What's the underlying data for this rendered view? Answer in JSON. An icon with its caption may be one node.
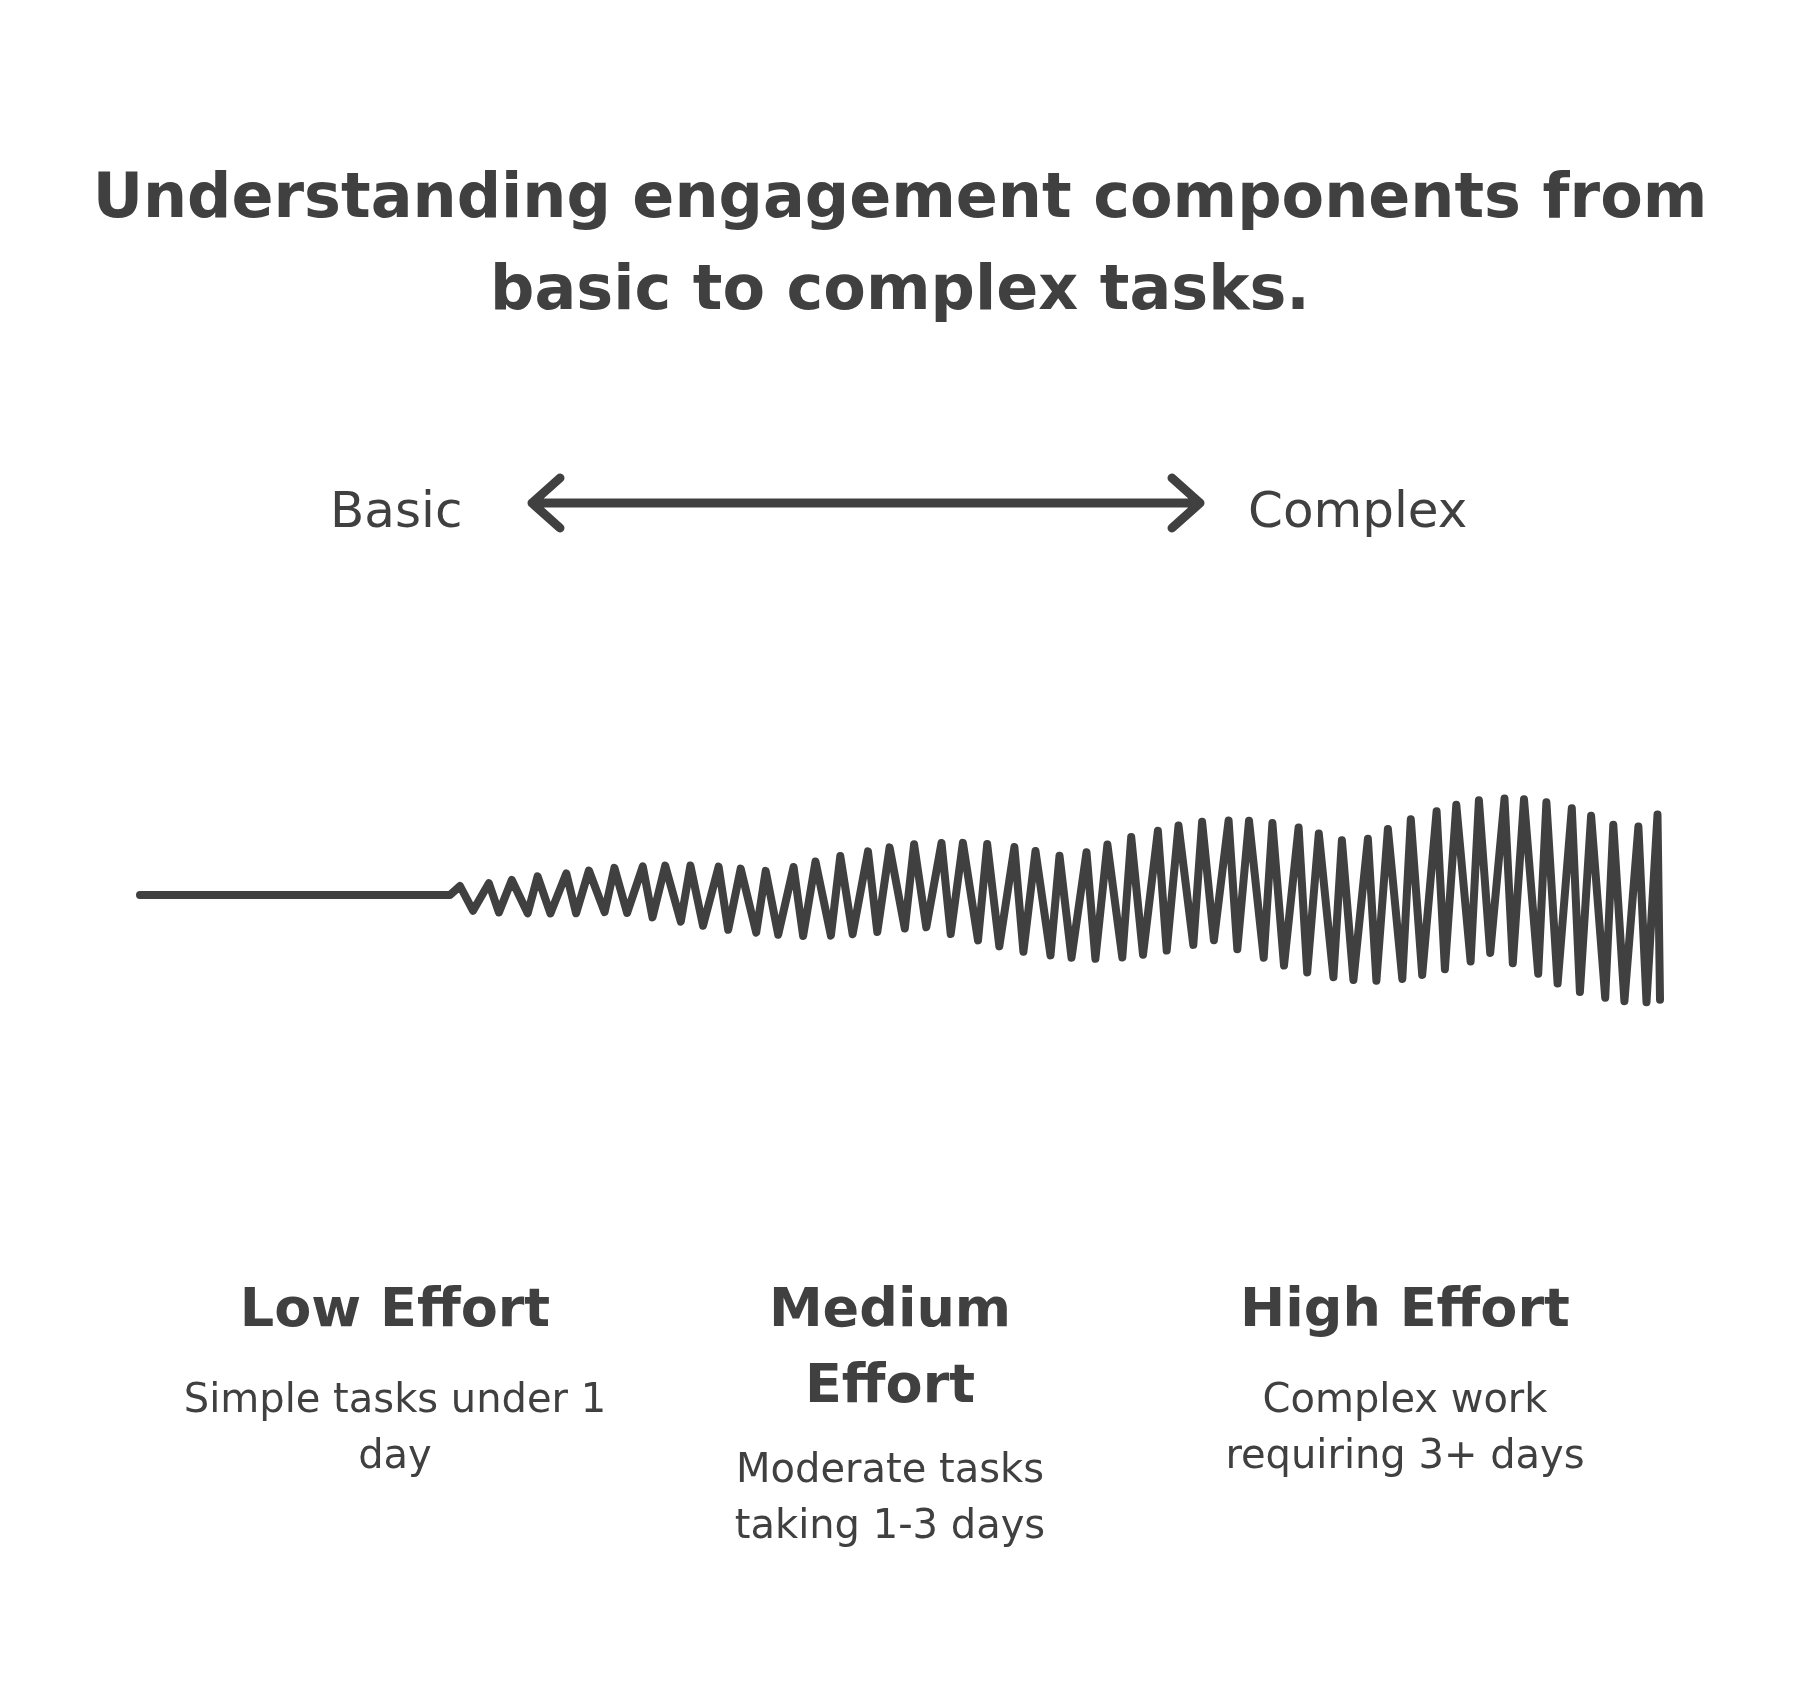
{
  "diagram": {
    "title": "Understanding engagement components from basic to complex tasks.",
    "labels": [
      "Basic",
      "Complex",
      "Low Effort",
      "Simple tasks under 1 day",
      "Medium Effort",
      "Moderate tasks taking 1-3 days",
      "High Effort",
      "Complex work requiring 3+ days"
    ]
  }
}
